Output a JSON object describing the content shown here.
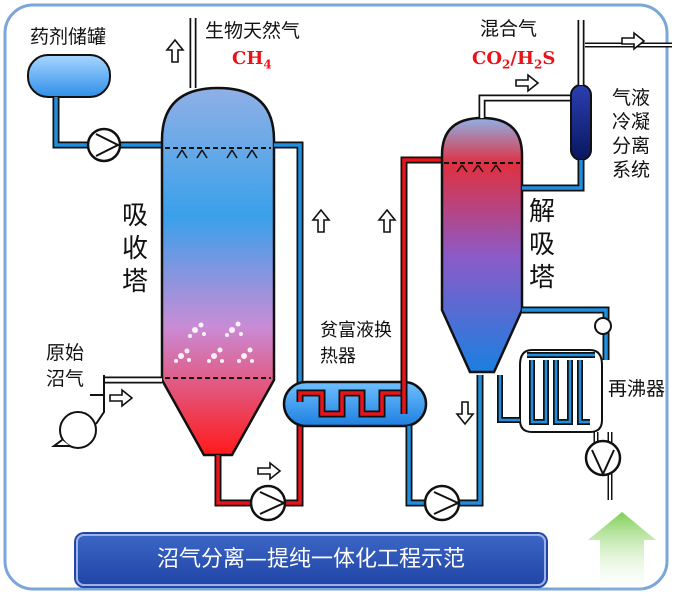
{
  "labels": {
    "chemical_tank": "药剂储罐",
    "biogas_product": "生物天然气",
    "ch4": "CH4",
    "absorber": "吸收塔",
    "raw_biogas": "原始沼气",
    "lean_rich_exchanger": "贫富液换热器",
    "mixed_gas": "混合气",
    "co2_h2s": "CO2/H2S",
    "condensation": "气液冷凝分离系统",
    "desorber": "解吸塔",
    "reboiler": "再沸器"
  },
  "banner": {
    "title": "沼气分离—提纯一体化工程示范"
  },
  "colors": {
    "border": "#7aa6d8",
    "pipe_blue": "#1f8fe0",
    "pipe_red": "#e8141a",
    "pipe_outline": "#111111",
    "tower_top": "#8fb0e6",
    "tower_bottom": "#ff1a1a",
    "banner": "#2a4fb0",
    "arrow_green": "#8fd36a"
  }
}
